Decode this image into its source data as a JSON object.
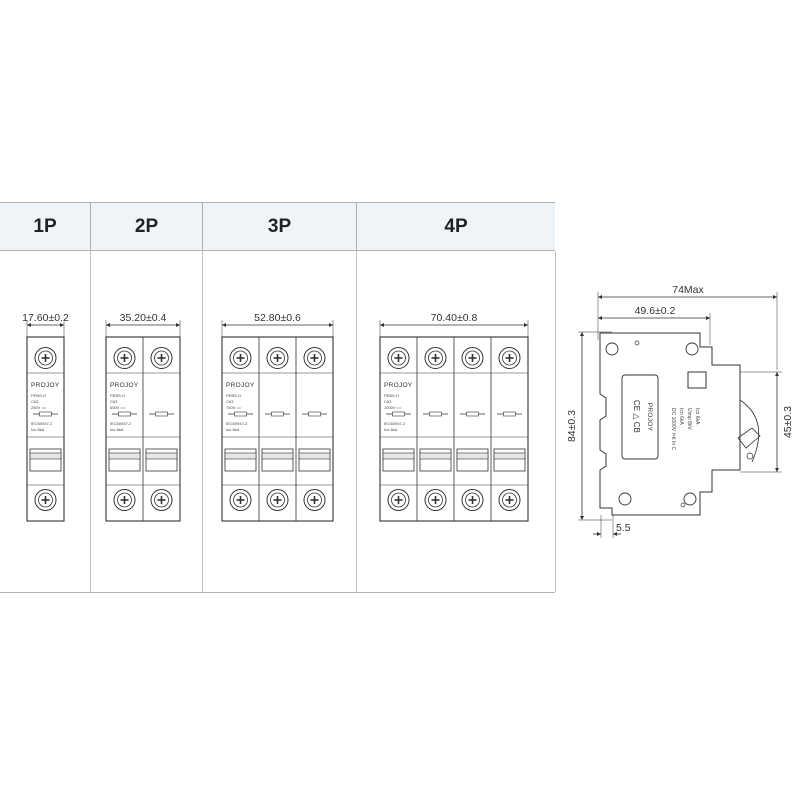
{
  "columns": [
    {
      "id": "1p",
      "label": "1P",
      "dimension": "17.60±0.2",
      "poles": 1,
      "model": "PEBS-H",
      "rating": "C63",
      "voltage": "250V ==",
      "std": "IEC60947-2",
      "icu": "Icu 6kA"
    },
    {
      "id": "2p",
      "label": "2P",
      "dimension": "35.20±0.4",
      "poles": 2,
      "model": "PEBS-H",
      "rating": "C63",
      "voltage": "500V ==",
      "std": "IEC60947-2",
      "icu": "Icu 6kA"
    },
    {
      "id": "3p",
      "label": "3P",
      "dimension": "52.80±0.6",
      "poles": 3,
      "model": "PEBS-H",
      "rating": "C63",
      "voltage": "750V ==",
      "std": "IEC60947-2",
      "icu": "Icu 6kA"
    },
    {
      "id": "4p",
      "label": "4P",
      "dimension": "70.40±0.8",
      "poles": 4,
      "model": "PEBS-H",
      "rating": "C63",
      "voltage": "1000V ==",
      "std": "IEC60947-2",
      "icu": "Icu 6kA"
    }
  ],
  "brand": "PROJOY",
  "side_view": {
    "overall_width": "74Max",
    "mid_width": "49.6±0.2",
    "height": "84±0.3",
    "front_height": "45±0.3",
    "rail_offset": "5.5",
    "label_lines": [
      "DC 1000V  I=6 In C",
      "Icn 6kA",
      "Uimp 8kV",
      "Ics 6kA"
    ],
    "label_brand": "PROJOY"
  },
  "colors": {
    "header_bg": "#eef4f8",
    "line": "#333333",
    "grid": "#c0c0c0"
  }
}
